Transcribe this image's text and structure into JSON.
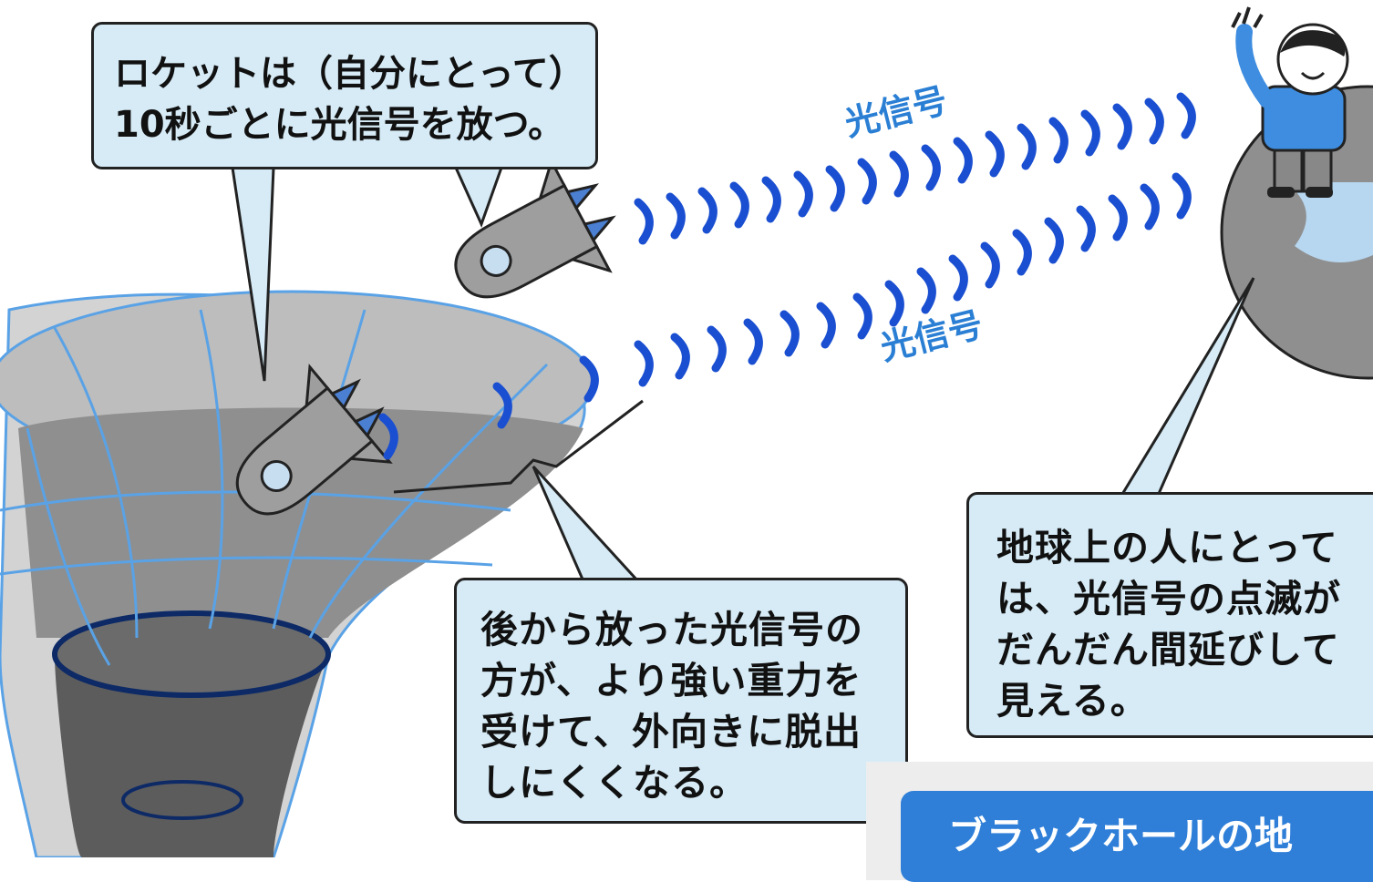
{
  "callouts": {
    "rocket": [
      "ロケットは（自分にとって）",
      "10秒ごとに光信号を放つ。"
    ],
    "gravity": [
      "後から放った光信号の",
      "方が、より強い重力を",
      "受けて、外向きに脱出",
      "しにくくなる。"
    ],
    "earth": [
      "地球上の人にとって",
      "は、光信号の点滅が",
      "だんだん間延びして",
      "見える。"
    ]
  },
  "signal_labels": {
    "top": "光信号",
    "bottom": "光信号"
  },
  "banner": {
    "title": "ブラックホールの地"
  },
  "colors": {
    "signal": "#1a4fd1",
    "callout_bg": "#d6ebf6",
    "funnel_line": "#5aa2e6",
    "banner": "#2f7fd8",
    "person_shirt": "#3e8de0"
  }
}
